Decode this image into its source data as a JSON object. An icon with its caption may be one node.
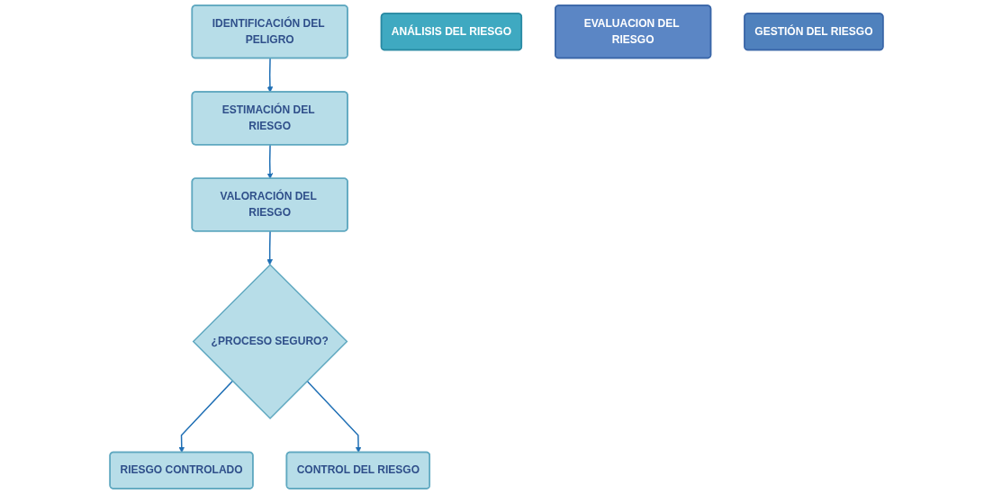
{
  "diagram": {
    "nodes": [
      {
        "text": [
          "IDENTIFICACIÓN DEL PELIGRO"
        ]
      },
      {
        "text": [
          "ESTIMACIÓN DEL RIESGO"
        ]
      },
      {
        "text": [
          "VALORACIÓN DEL RIESGO"
        ]
      },
      {
        "text": [
          "¿PROCESO SEGURO?"
        ]
      },
      {
        "text": [
          "ANÁLISIS DEL RIESGO"
        ]
      },
      {
        "text": [
          "EVALUACION DEL RIESGO"
        ]
      },
      {
        "text": [
          "GESTIÓN DEL RIESGO"
        ]
      },
      {
        "text": [
          "RIESGO CONTROLADO"
        ]
      },
      {
        "text": [
          "CONTROL DEL RIESGO"
        ]
      }
    ],
    "edges": [
      {
        "from": 0,
        "to": 1,
        "arrow": "to"
      },
      {
        "from": 1,
        "to": 2,
        "arrow": "to"
      },
      {
        "from": 2,
        "to": 3,
        "arrow": "to"
      },
      {
        "from": 3,
        "to": 7,
        "arrow": "to"
      },
      {
        "from": 3,
        "to": 8,
        "arrow": "to"
      }
    ]
  }
}
